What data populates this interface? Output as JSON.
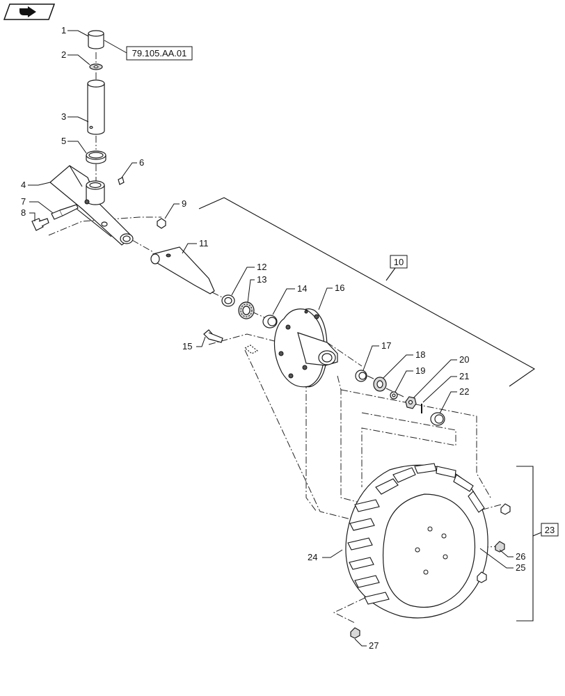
{
  "header": {
    "nav_icon": "back-arrow-icon"
  },
  "references": {
    "ref_top": "79.105.AA.01",
    "ref_10": "10",
    "ref_23": "23"
  },
  "callouts": [
    {
      "id": "c1",
      "text": "1"
    },
    {
      "id": "c2",
      "text": "2"
    },
    {
      "id": "c3",
      "text": "3"
    },
    {
      "id": "c4",
      "text": "4"
    },
    {
      "id": "c5",
      "text": "5"
    },
    {
      "id": "c6",
      "text": "6"
    },
    {
      "id": "c7",
      "text": "7"
    },
    {
      "id": "c8",
      "text": "8"
    },
    {
      "id": "c9",
      "text": "9"
    },
    {
      "id": "c11",
      "text": "11"
    },
    {
      "id": "c12",
      "text": "12"
    },
    {
      "id": "c13",
      "text": "13"
    },
    {
      "id": "c14",
      "text": "14"
    },
    {
      "id": "c15",
      "text": "15"
    },
    {
      "id": "c16",
      "text": "16"
    },
    {
      "id": "c17",
      "text": "17"
    },
    {
      "id": "c18",
      "text": "18"
    },
    {
      "id": "c19",
      "text": "19"
    },
    {
      "id": "c20",
      "text": "20"
    },
    {
      "id": "c21",
      "text": "21"
    },
    {
      "id": "c22",
      "text": "22"
    },
    {
      "id": "c24",
      "text": "24"
    },
    {
      "id": "c25",
      "text": "25"
    },
    {
      "id": "c26",
      "text": "26"
    },
    {
      "id": "c27",
      "text": "27"
    }
  ]
}
